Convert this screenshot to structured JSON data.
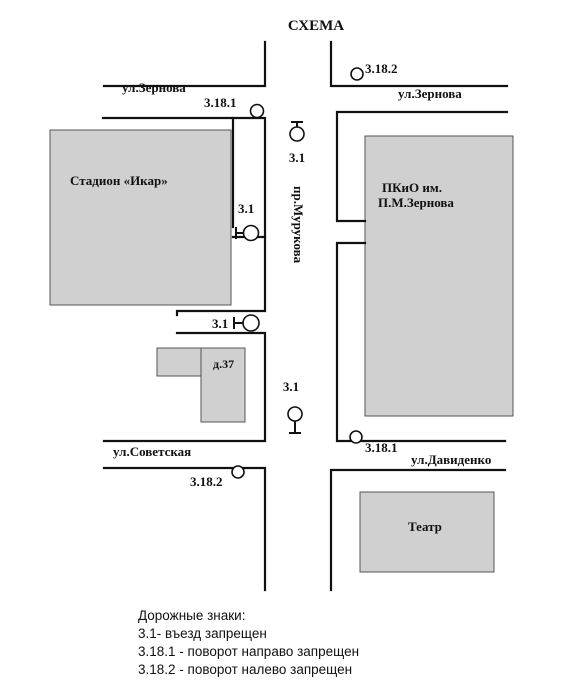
{
  "title": "СХЕМА",
  "streets": {
    "zernova_left": "ул.Зернова",
    "zernova_right": "ул.Зернова",
    "murzukova": "пр.Мурукова",
    "sovetskaya": "ул.Советская",
    "davidenko": "ул.Давиденко"
  },
  "buildings": {
    "stadium": "Стадион «Икар»",
    "park_line1": "ПКиО им.",
    "park_line2": "П.М.Зернова",
    "house": "д.37",
    "theatre": "Театр"
  },
  "signs": {
    "s1": "3.18.2",
    "s2": "3.18.1",
    "s3": "3.1",
    "s4": "3.1",
    "s5": "3.1",
    "s6": "3.1",
    "s7": "3.18.1",
    "s8": "3.18.2"
  },
  "legend": {
    "heading": "Дорожные знаки:",
    "items": [
      "3.1- въезд запрещен",
      "3.18.1 - поворот направо запрещен",
      "3.18.2 - поворот налево запрещен"
    ]
  }
}
